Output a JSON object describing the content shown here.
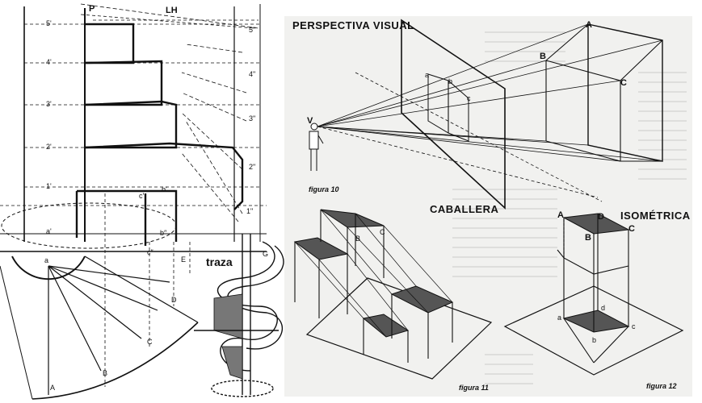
{
  "left_panel": {
    "top_label_p": "P",
    "top_label_lh": "LH",
    "traza_label": "traza",
    "level_labels": [
      "5'",
      "4'",
      "3'",
      "2'",
      "1'",
      "5\"",
      "4\"",
      "3\"",
      "2\"",
      "1\""
    ],
    "point_labels": [
      "a'",
      "a",
      "A",
      "B",
      "C",
      "D",
      "E",
      "G",
      "c'",
      "c″",
      "b'",
      "b″"
    ]
  },
  "right_panel": {
    "title_perspective": "PERSPECTIVA VISUAL",
    "title_caballera": "CABALLERA",
    "title_isometrica": "ISOMÉTRICA",
    "caption_fig10": "figura 10",
    "caption_fig11": "figura 11",
    "caption_fig12": "figura 12",
    "persp_labels": {
      "v": "V",
      "a": "a",
      "b": "b",
      "c": "c",
      "A": "A",
      "B": "B",
      "C": "C"
    },
    "cab_labels": {
      "B": "B",
      "C": "C"
    },
    "iso_labels": {
      "A": "A",
      "B": "B",
      "C": "C",
      "D": "D",
      "a": "a",
      "b": "b",
      "c": "c",
      "d": "d"
    }
  },
  "colors": {
    "ink": "#111111",
    "paper": "#ffffff",
    "page_tone": "#f1f1ef",
    "shade": "#5a5a5a"
  }
}
